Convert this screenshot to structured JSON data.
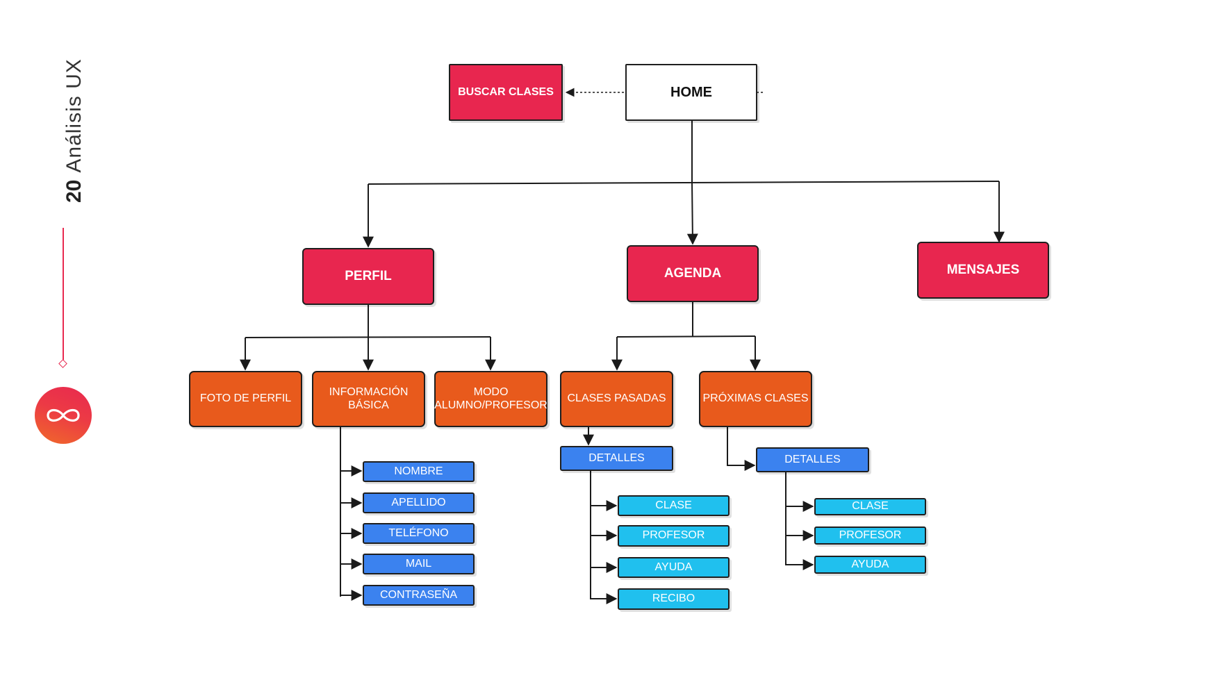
{
  "sidebar": {
    "page_number": "20",
    "section_title": "Análisis UX"
  },
  "colors": {
    "accent_red": "#e8264f",
    "orange": "#e85a1c",
    "blue": "#3b82ef",
    "cyan": "#20c0ee"
  },
  "icons": {
    "logo": "infinity-logo-icon"
  },
  "diagram": {
    "home": "HOME",
    "buscar_clases": "BUSCAR CLASES",
    "perfil": "PERFIL",
    "agenda": "AGENDA",
    "mensajes": "MENSAJES",
    "foto_de_perfil": "FOTO DE PERFIL",
    "informacion_basica": "INFORMACIÓN\nBÁSICA",
    "modo": "MODO\nALUMNO/PROFESOR",
    "clases_pasadas": "CLASES PASADAS",
    "proximas_clases": "PRÓXIMAS CLASES",
    "detalles_pasadas": "DETALLES",
    "detalles_proximas": "DETALLES",
    "nombre": "NOMBRE",
    "apellido": "APELLIDO",
    "telefono": "TELÉFONO",
    "mail": "MAIL",
    "contrasena": "CONTRASEÑA",
    "clase_p": "CLASE",
    "profesor_p": "PROFESOR",
    "ayuda_p": "AYUDA",
    "recibo_p": "RECIBO",
    "clase_n": "CLASE",
    "profesor_n": "PROFESOR",
    "ayuda_n": "AYUDA"
  }
}
